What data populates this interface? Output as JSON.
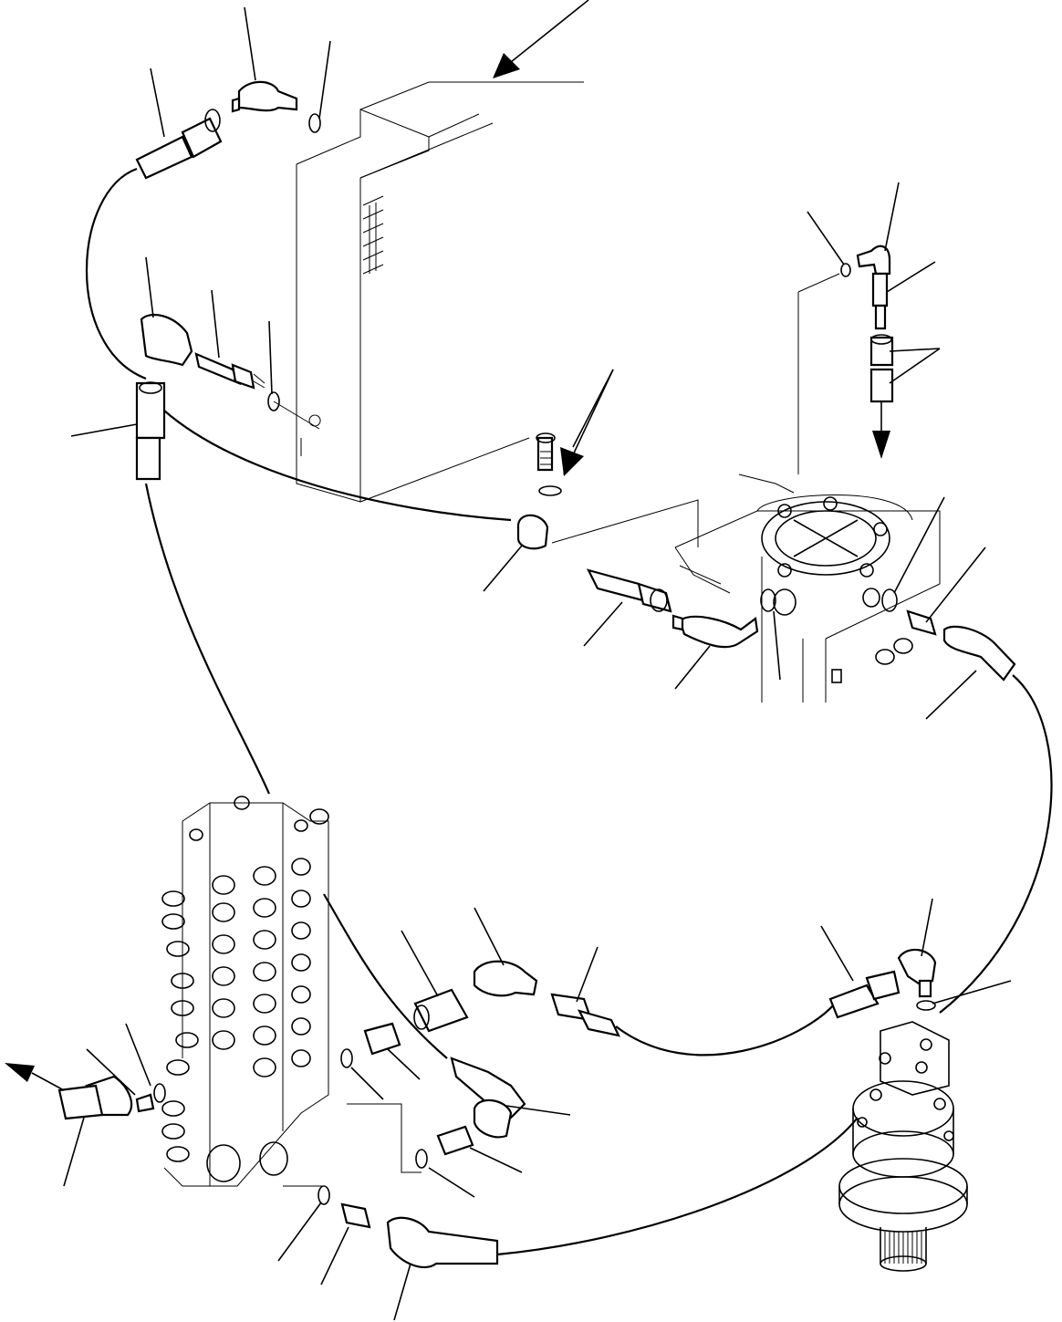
{
  "diagram": {
    "type": "exploded-parts-view",
    "callout_labels": [],
    "arrows": [
      "top-right",
      "center",
      "right-down",
      "left-out"
    ]
  }
}
